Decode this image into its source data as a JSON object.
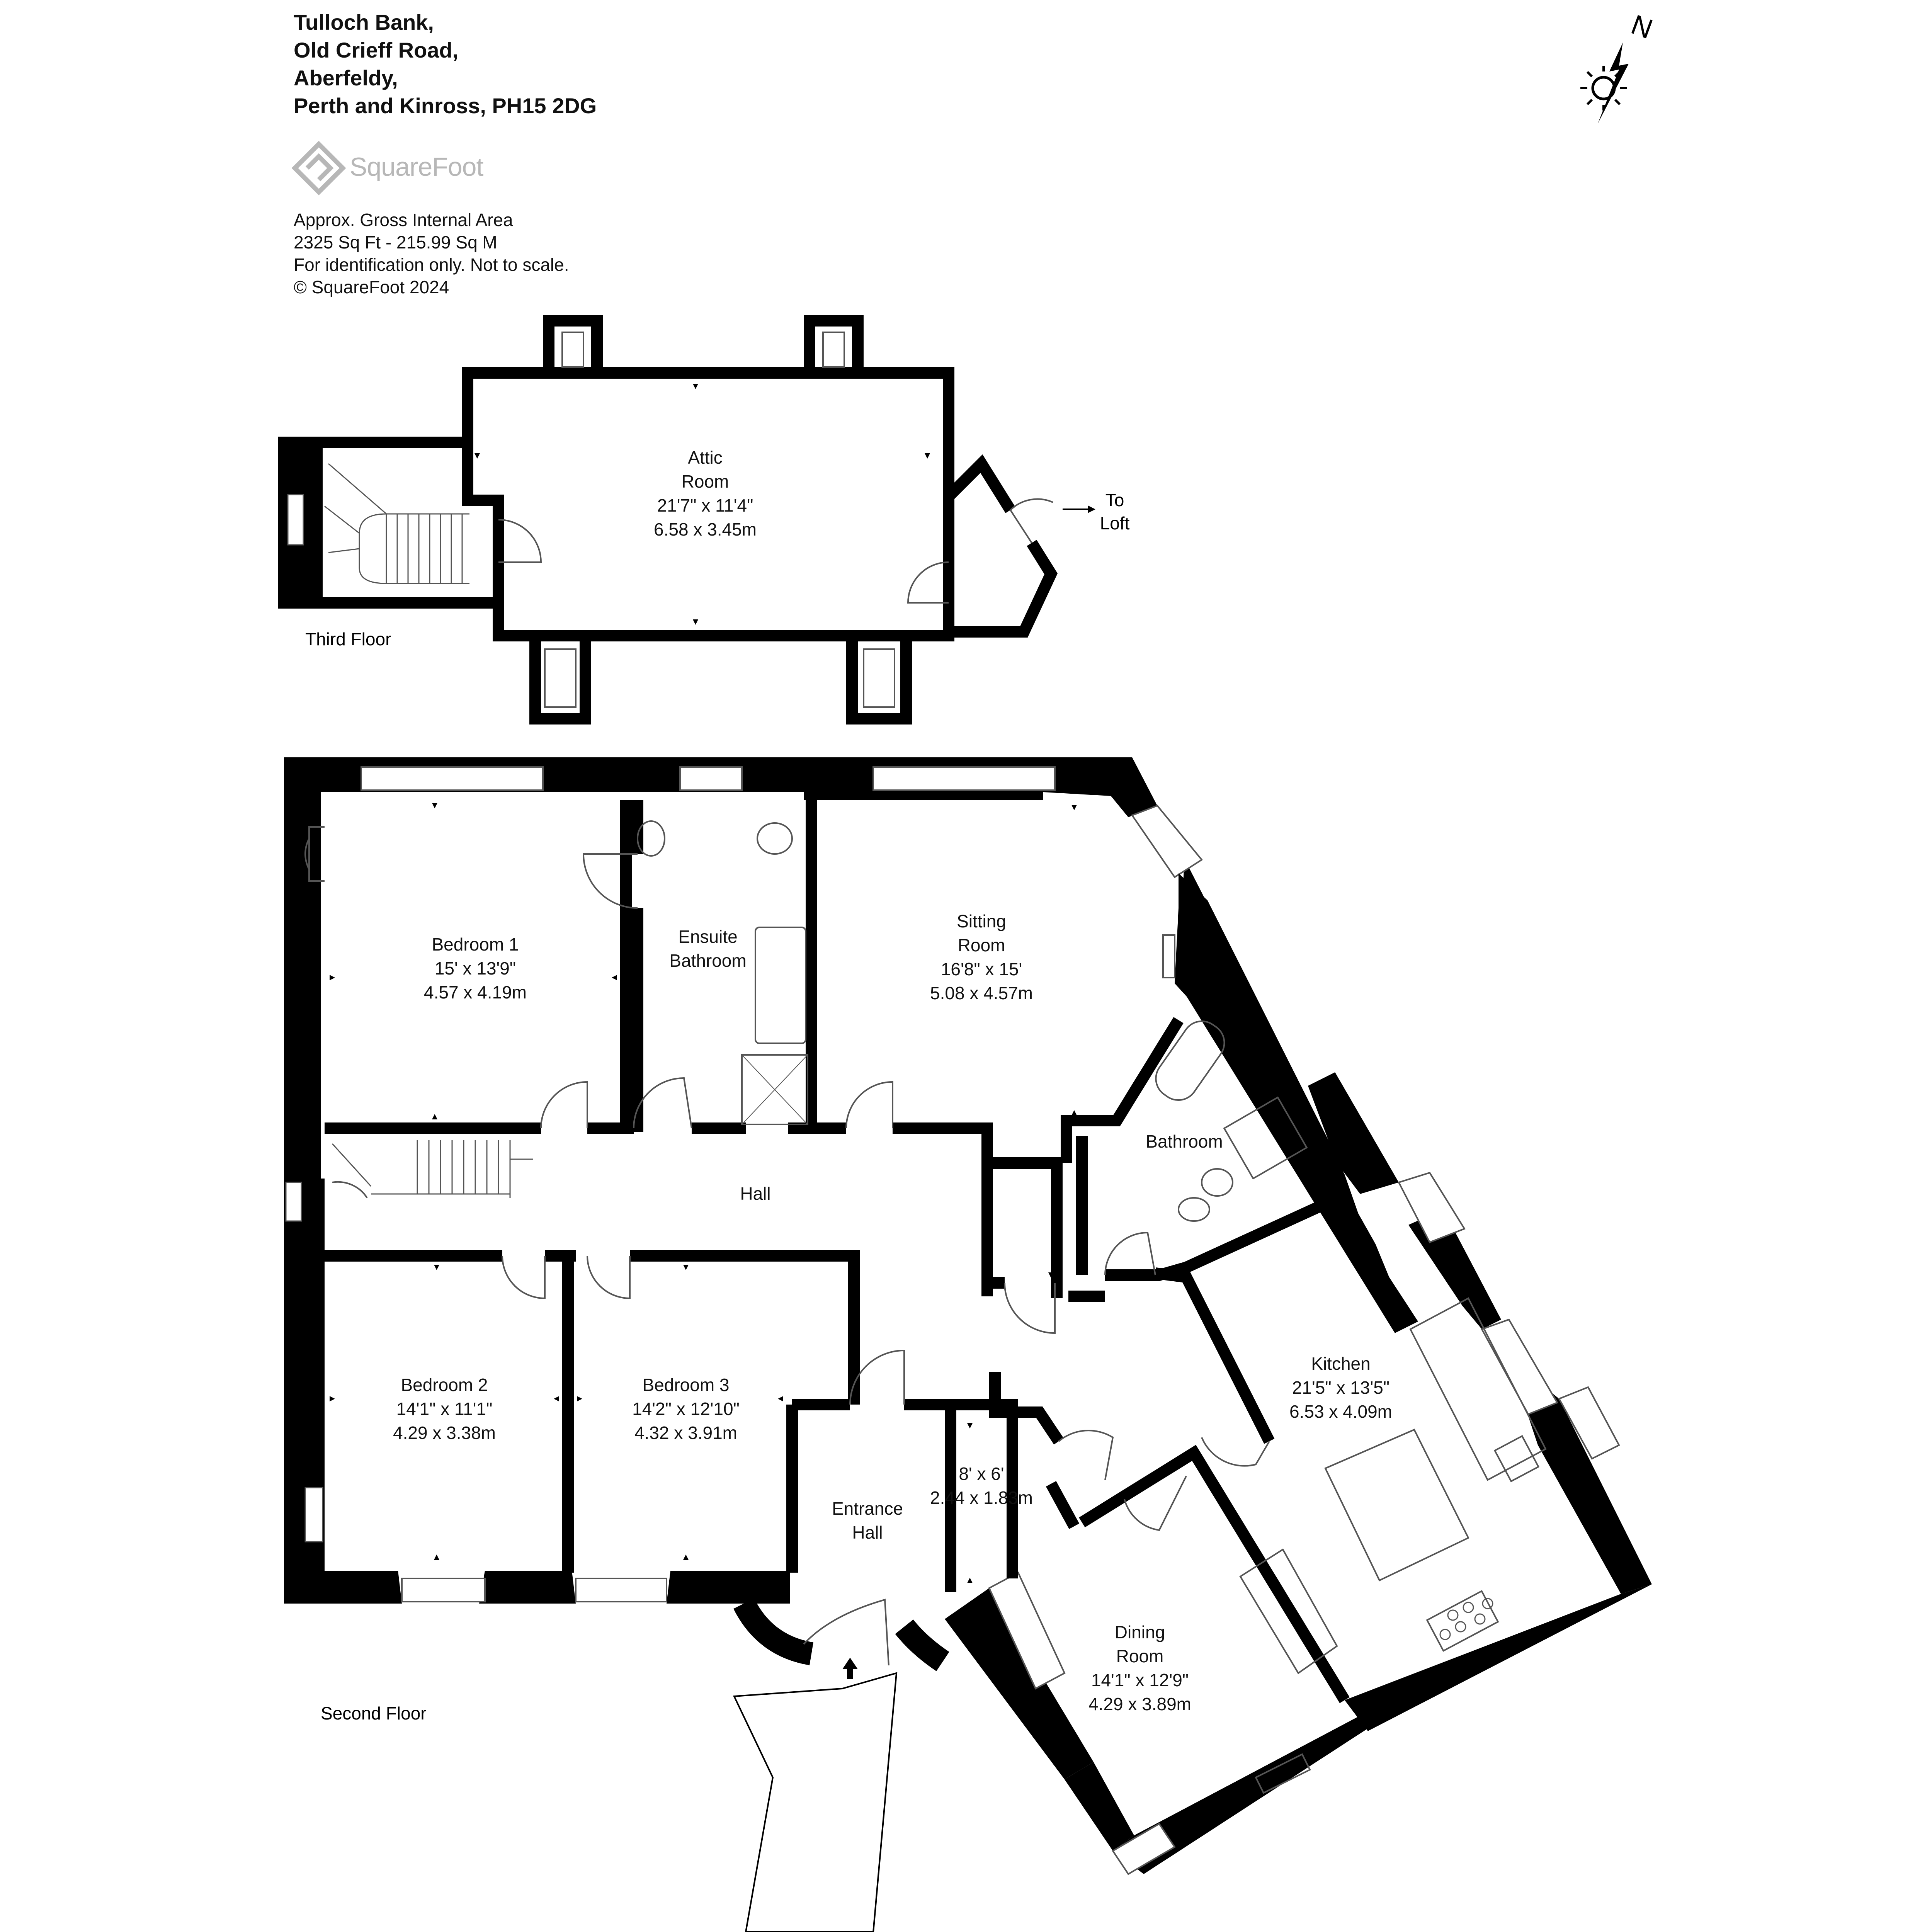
{
  "address": {
    "line1": "Tulloch Bank,",
    "line2": "Old Crieff Road,",
    "line3": "Aberfeldy,",
    "line4": "Perth and Kinross, PH15 2DG"
  },
  "brand": {
    "name": "SquareFoot",
    "color": "#b7b7b7"
  },
  "info": {
    "line1": "Approx. Gross Internal Area",
    "line2": "2325 Sq Ft  -  215.99 Sq M",
    "line3": "For identification only. Not to scale.",
    "line4": "© SquareFoot 2024"
  },
  "floors": {
    "third": "Third Floor",
    "second": "Second Floor"
  },
  "compass": {
    "label": "N"
  },
  "to_loft": {
    "line1": "To",
    "line2": "Loft"
  },
  "rooms": {
    "attic": {
      "line1": "Attic",
      "line2": "Room",
      "imperial": "21'7\" x 11'4\"",
      "metric": "6.58 x 3.45m"
    },
    "bedroom1": {
      "line1": "Bedroom 1",
      "imperial": "15' x 13'9\"",
      "metric": "4.57 x 4.19m"
    },
    "ensuite": {
      "line1": "Ensuite",
      "line2": "Bathroom"
    },
    "sitting": {
      "line1": "Sitting",
      "line2": "Room",
      "imperial": "16'8\" x 15'",
      "metric": "5.08 x 4.57m"
    },
    "bathroom": {
      "line1": "Bathroom"
    },
    "hall": {
      "line1": "Hall"
    },
    "bedroom2": {
      "line1": "Bedroom 2",
      "imperial": "14'1\" x 11'1\"",
      "metric": "4.29 x 3.38m"
    },
    "bedroom3": {
      "line1": "Bedroom 3",
      "imperial": "14'2\" x 12'10\"",
      "metric": "4.32 x 3.91m"
    },
    "kitchen": {
      "line1": "Kitchen",
      "imperial": "21'5\" x 13'5\"",
      "metric": "6.53 x 4.09m"
    },
    "store": {
      "imperial": "8' x 6'",
      "metric": "2.44 x 1.83m"
    },
    "entrance": {
      "line1": "Entrance",
      "line2": "Hall"
    },
    "dining": {
      "line1": "Dining",
      "line2": "Room",
      "imperial": "14'1\" x 12'9\"",
      "metric": "4.29 x 3.89m"
    }
  },
  "colors": {
    "wall": "#000000",
    "window": "#ffffff",
    "fixture_stroke": "#555555"
  }
}
